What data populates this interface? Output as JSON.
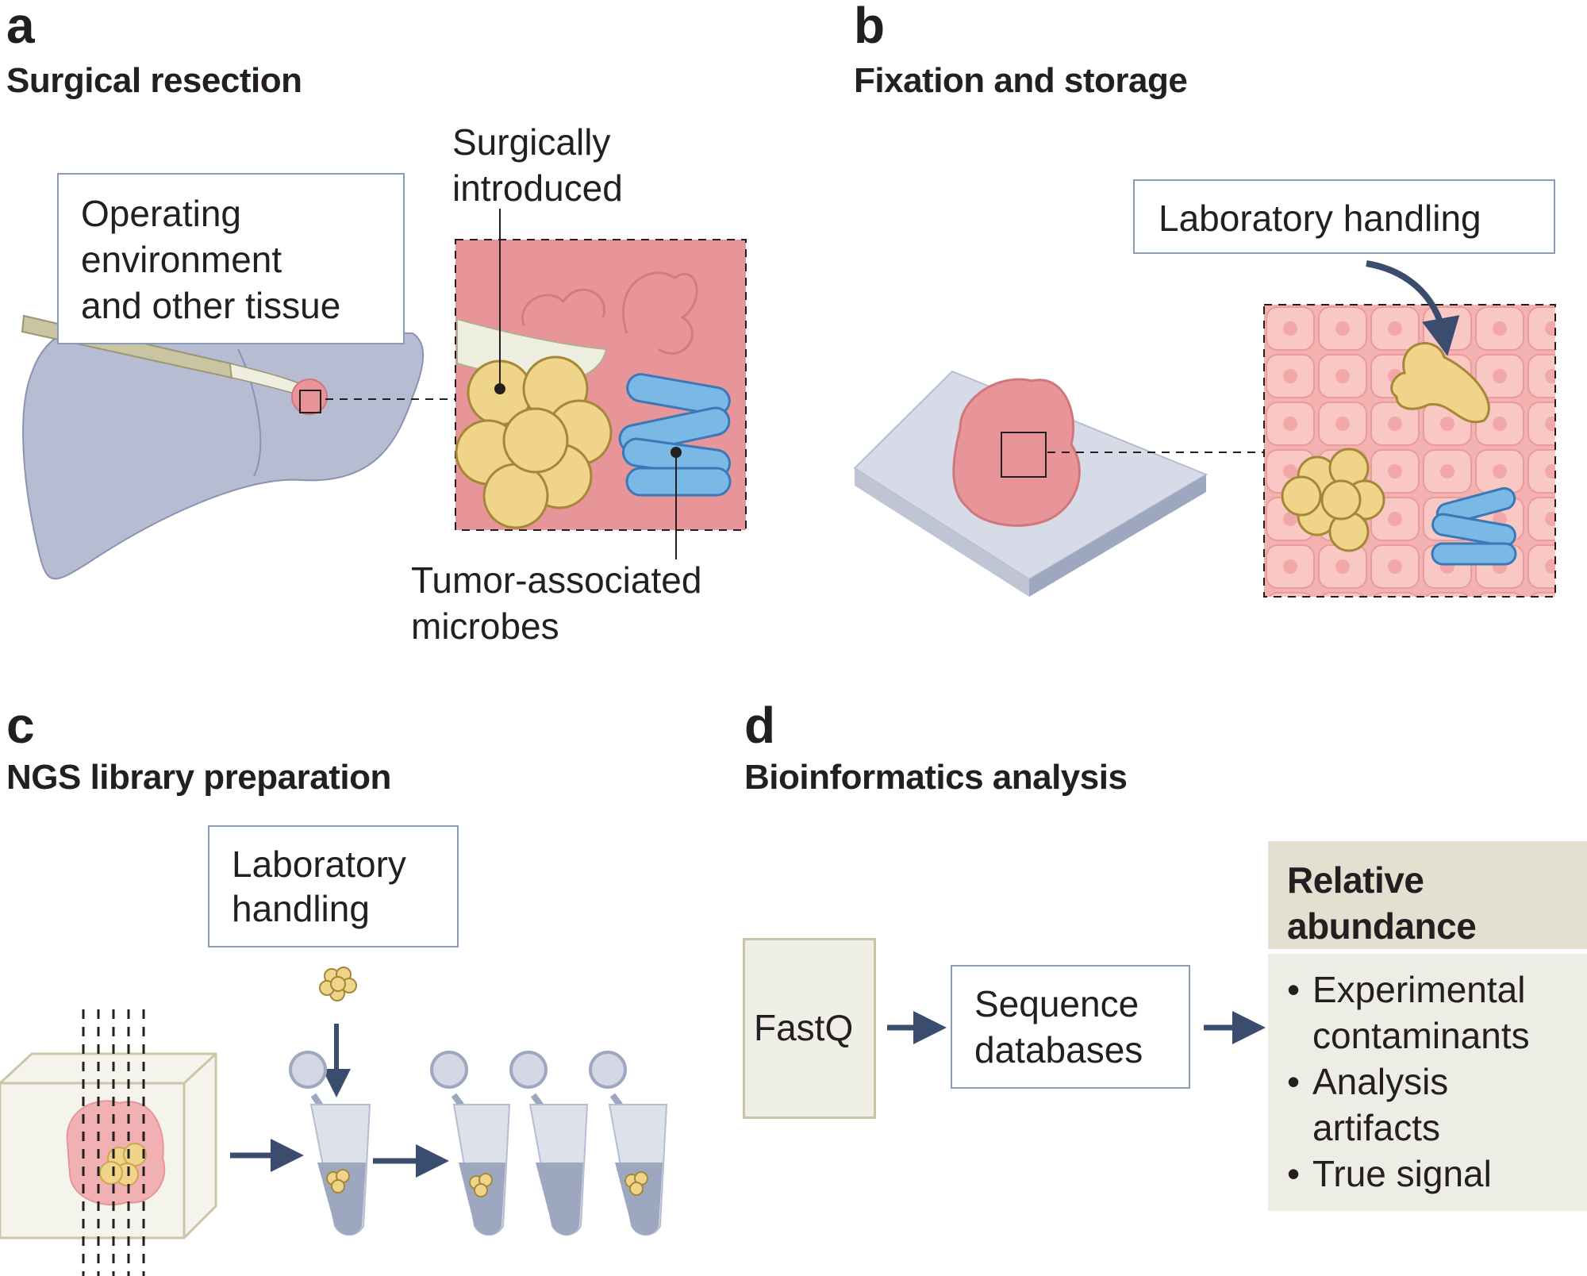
{
  "panels": {
    "a": {
      "letter": "a",
      "title": "Surgical resection",
      "callout_line1": "Operating",
      "callout_line2": "environment",
      "callout_line3": "and other tissue",
      "surgical_line1": "Surgically",
      "surgical_line2": "introduced",
      "tumor_line1": "Tumor-associated",
      "tumor_line2": "microbes"
    },
    "b": {
      "letter": "b",
      "title": "Fixation and storage",
      "handling_label": "Laboratory handling"
    },
    "c": {
      "letter": "c",
      "title": "NGS library preparation",
      "handling_line1": "Laboratory",
      "handling_line2": "handling"
    },
    "d": {
      "letter": "d",
      "title": "Bioinformatics analysis",
      "fastq_label": "FastQ",
      "seqdb_line1": "Sequence",
      "seqdb_line2": "databases",
      "result_title_line1": "Relative",
      "result_title_line2": "abundance",
      "result_items": [
        {
          "line1": "Experimental",
          "line2": "contaminants"
        },
        {
          "line1": "Analysis",
          "line2": "artifacts"
        },
        {
          "line1": "True signal",
          "line2": ""
        }
      ]
    }
  },
  "colors": {
    "tissue_pink": "#e8959a",
    "microbe_yellow": "#f0d48a",
    "microbe_blue": "#7ab8e6",
    "organ_gray": "#b6bdd3",
    "arrow_navy": "#3a4d6e",
    "result_header": "#e2e0d0",
    "result_body": "#eeede5"
  }
}
